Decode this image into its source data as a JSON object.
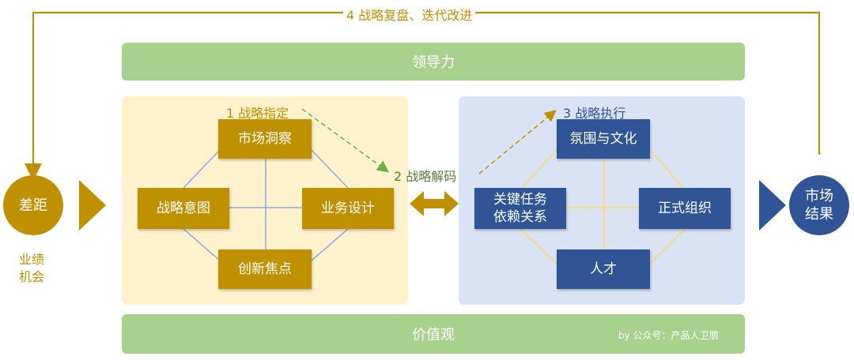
{
  "feedback_loop": {
    "label": "4 战略复盘、迭代改进"
  },
  "bands": {
    "top": "领导力",
    "bottom": "价值观"
  },
  "watermark": "by 公众号：产品人卫朋",
  "gap": {
    "circle": "差距",
    "caption": "业绩\n机会"
  },
  "result": {
    "circle": "市场\n结果"
  },
  "steps": {
    "step1": "1 战略指定",
    "step2": "2 战略解码",
    "step3": "3 战略执行"
  },
  "strategy_panel": {
    "top": "市场洞察",
    "left": "战略意图",
    "right": "业务设计",
    "bottom": "创新焦点"
  },
  "execution_panel": {
    "top": "氛围与文化",
    "left": "关键任务\n依赖关系",
    "right": "正式组织",
    "bottom": "人才"
  },
  "colors": {
    "gold": "#bf9000",
    "navy": "#2f5597",
    "green_band": "#a9d18e",
    "strategy_bg": "#fff2cc",
    "execution_bg": "#dae3f3",
    "decode_text": "#548235"
  }
}
